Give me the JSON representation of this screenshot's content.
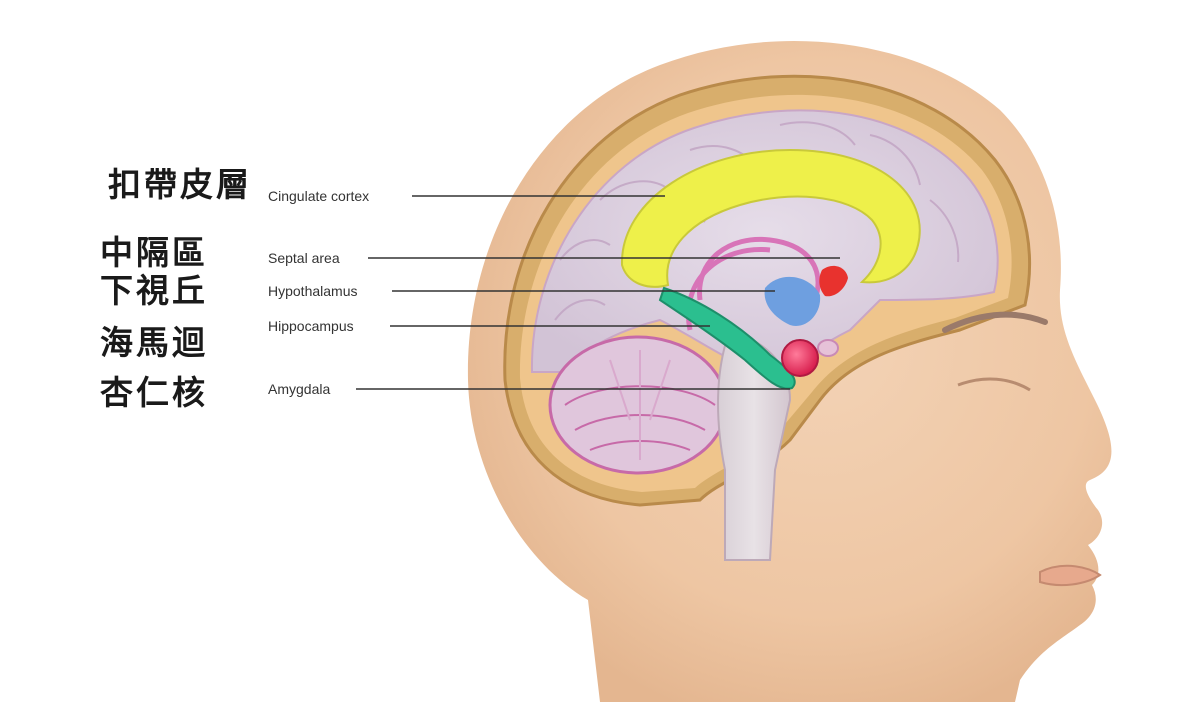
{
  "labels": [
    {
      "zh": "扣帶皮層",
      "en": "Cingulate cortex"
    },
    {
      "zh": "中隔區",
      "en": "Septal area"
    },
    {
      "zh": "下視丘",
      "en": "Hypothalamus"
    },
    {
      "zh": "海馬迴",
      "en": "Hippocampus"
    },
    {
      "zh": "杏仁核",
      "en": "Amygdala"
    }
  ],
  "colors": {
    "cingulate": "#eef04a",
    "septal": "#e8322e",
    "hypothalamus": "#6e9fe0",
    "hippocampus": "#2bbf8f",
    "amygdala": "#e8305c",
    "skin": "#efc9a8",
    "skull": "#d7ae6a",
    "brain": "#dcd2e0"
  }
}
